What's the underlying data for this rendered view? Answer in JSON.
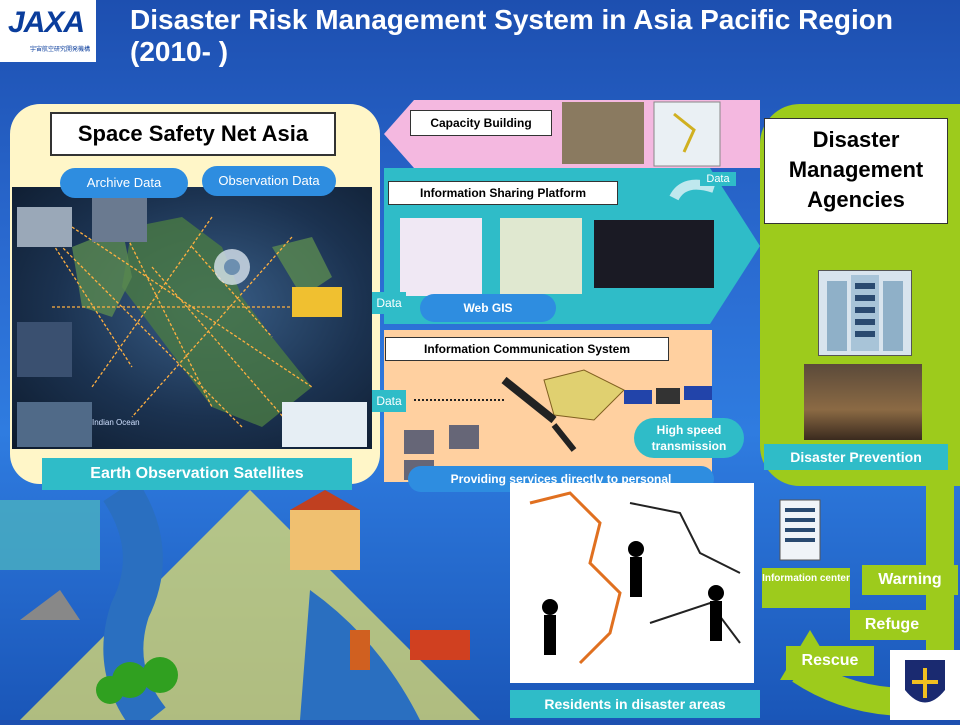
{
  "title": "Disaster Risk Management System in Asia Pacific Region (2010- )",
  "logo": {
    "text": "JAXA",
    "sub": "宇宙航空研究開発機構"
  },
  "left_panel": {
    "title": "Space Safety Net Asia",
    "archive_data": "Archive Data",
    "observation_data": "Observation Data",
    "map_label": "Indian Ocean",
    "footer": "Earth Observation Satellites"
  },
  "middle": {
    "capacity_building": "Capacity Building",
    "info_sharing": "Information  Sharing Platform",
    "web_gis": "Web GIS",
    "info_comm": "Information  Communication System",
    "data_left_1": "Data",
    "data_left_2": "Data",
    "data_top": "Data",
    "high_speed": "High speed transmission",
    "providing": "Providing services directly to personal"
  },
  "right_panel": {
    "title": "Disaster Management Agencies",
    "disaster_prevention": "Disaster Prevention"
  },
  "bottom_right": {
    "info_center": "Information center",
    "warning": "Warning",
    "refuge": "Refuge",
    "rescue": "Rescue"
  },
  "bottom": {
    "residents": "Residents in disaster areas"
  },
  "colors": {
    "background": "#2a6ad0",
    "teal": "#2fbcc8",
    "green": "#9dcb1c",
    "cream": "#fff6c8",
    "peach": "#ffd0a0",
    "pink": "#f4b8e0"
  }
}
